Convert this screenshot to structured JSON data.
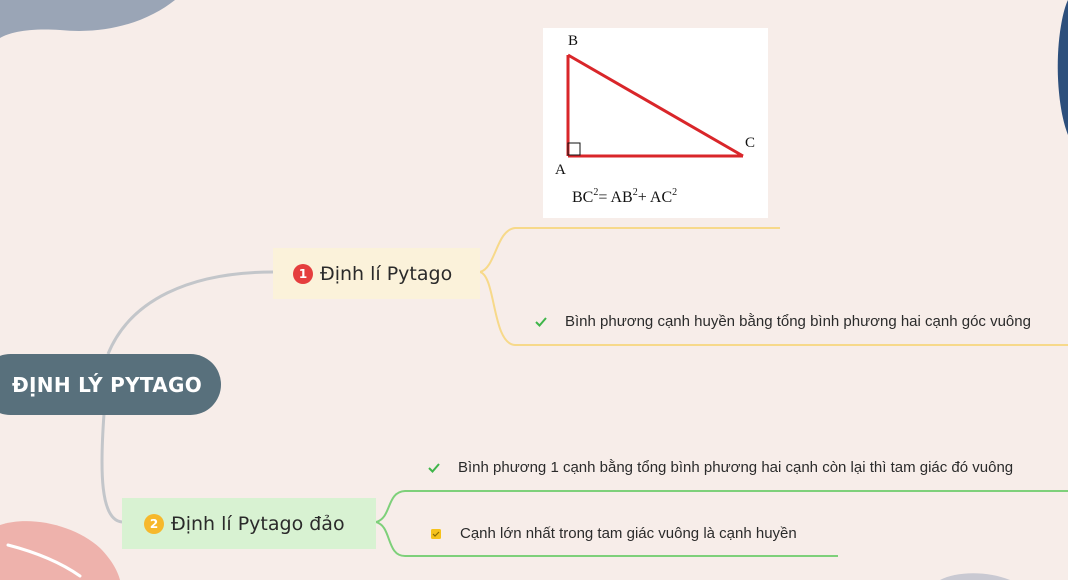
{
  "colors": {
    "background": "#f7ede9",
    "root": "#58707c",
    "branch_1": "#f7d98a",
    "branch_2": "#7ed07a",
    "badge_1": "#e53e3e",
    "badge_2": "#f6b82c",
    "triangle": "#d9262a"
  },
  "root": {
    "label": "ĐỊNH LÝ PYTAGO"
  },
  "topics": [
    {
      "number": "1",
      "label": "Định lí Pytago",
      "image": {
        "vertex_labels": {
          "a": "A",
          "b": "B",
          "c": "C"
        },
        "formula": {
          "lhs": "BC",
          "eq": "=",
          "ab": "AB",
          "plus": "+",
          "ac": "AC",
          "exp": "2"
        }
      },
      "children": [
        {
          "icon": "check-icon",
          "text": "Bình phương cạnh huyền bằng tổng bình phương hai cạnh góc vuông"
        }
      ]
    },
    {
      "number": "2",
      "label": "Định lí Pytago đảo",
      "children": [
        {
          "icon": "check-icon",
          "text": "Bình phương 1 cạnh bằng tổng bình phương hai cạnh còn lại thì tam giác đó vuông"
        },
        {
          "icon": "note-icon",
          "text": "Cạnh lớn nhất trong tam giác vuông là cạnh huyền"
        }
      ]
    }
  ]
}
